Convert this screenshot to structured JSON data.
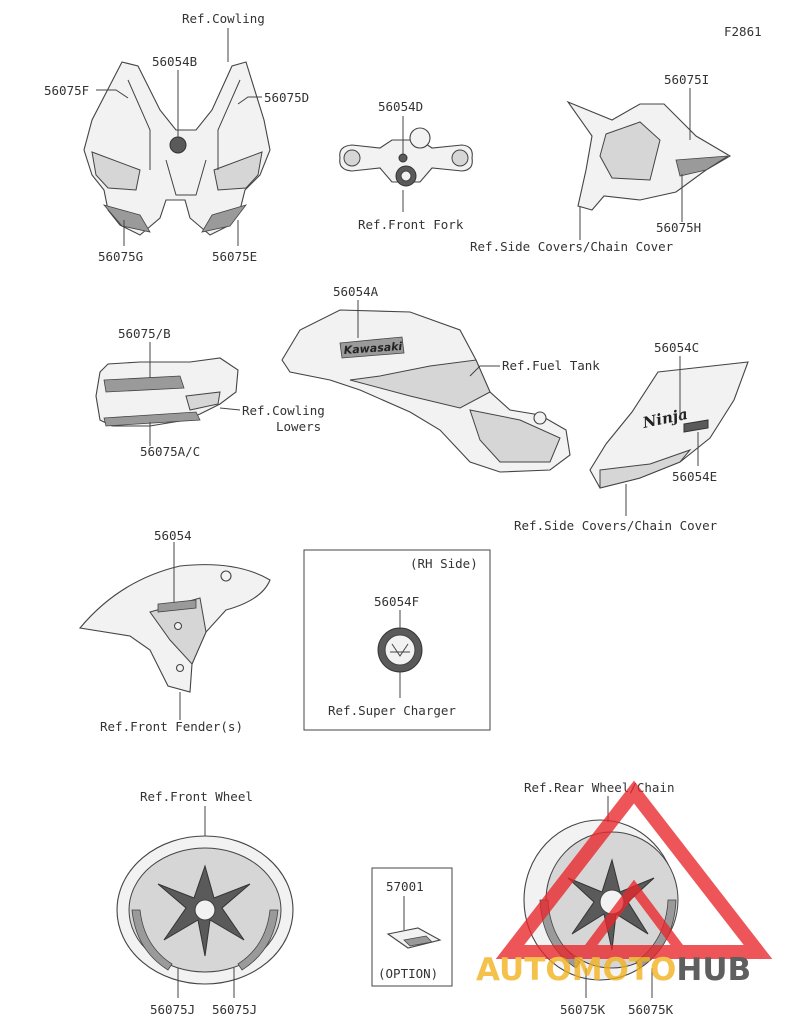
{
  "figure_code": "F2861",
  "groups": {
    "cowling": {
      "ref": "Ref.Cowling",
      "parts": [
        "56054B",
        "56075F",
        "56075D",
        "56075G",
        "56075E"
      ]
    },
    "front_fork": {
      "ref": "Ref.Front Fork",
      "parts": [
        "56054D"
      ]
    },
    "rear_cover": {
      "ref": "Ref.Side Covers/Chain Cover",
      "parts": [
        "56075I",
        "56075H"
      ]
    },
    "fuel_tank": {
      "ref": "Ref.Fuel Tank",
      "parts": [
        "56054A"
      ],
      "decal_text": "Kawasaki"
    },
    "cowling_lowers": {
      "ref_line1": "Ref.Cowling",
      "ref_line2": "Lowers",
      "parts": [
        "56075/B",
        "56075A/C"
      ]
    },
    "side_covers": {
      "ref": "Ref.Side Covers/Chain Cover",
      "parts": [
        "56054C",
        "56054E"
      ],
      "decal_text": "Ninja"
    },
    "front_fender": {
      "ref": "Ref.Front Fender(s)",
      "parts": [
        "56054"
      ]
    },
    "super_charger": {
      "side_note": "(RH Side)",
      "ref": "Ref.Super Charger",
      "parts": [
        "56054F"
      ]
    },
    "front_wheel": {
      "ref": "Ref.Front Wheel",
      "parts": [
        "56075J",
        "56075J"
      ]
    },
    "option": {
      "parts": [
        "57001"
      ],
      "note": "(OPTION)"
    },
    "rear_wheel": {
      "ref": "Ref.Rear Wheel/Chain",
      "parts": [
        "56075K",
        "56075K"
      ]
    }
  },
  "watermark": {
    "text_a": "AUTOMOTO",
    "text_b": "HUB",
    "color_a": "#f2b21b",
    "color_b": "#333333",
    "triangle_color": "#e8262b"
  }
}
